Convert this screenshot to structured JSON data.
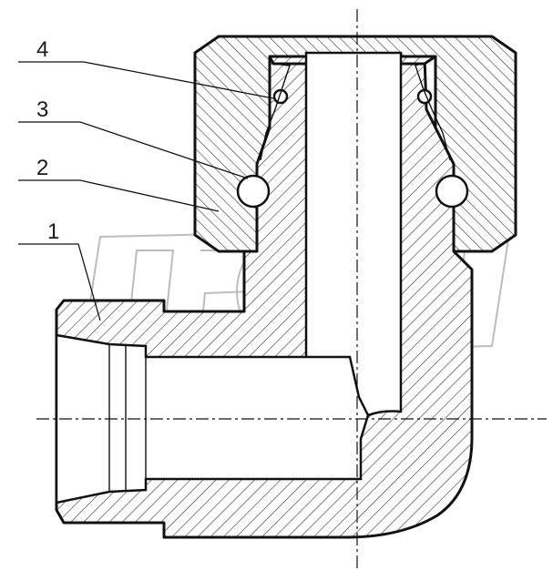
{
  "drawing": {
    "callouts": [
      {
        "id": "4",
        "label": "4"
      },
      {
        "id": "3",
        "label": "3"
      },
      {
        "id": "2",
        "label": "2"
      },
      {
        "id": "1",
        "label": "1"
      }
    ],
    "watermark_logo": "OPEX"
  },
  "colors": {
    "line": "#111111",
    "background": "#ffffff",
    "watermark": "#bdbdbd"
  }
}
